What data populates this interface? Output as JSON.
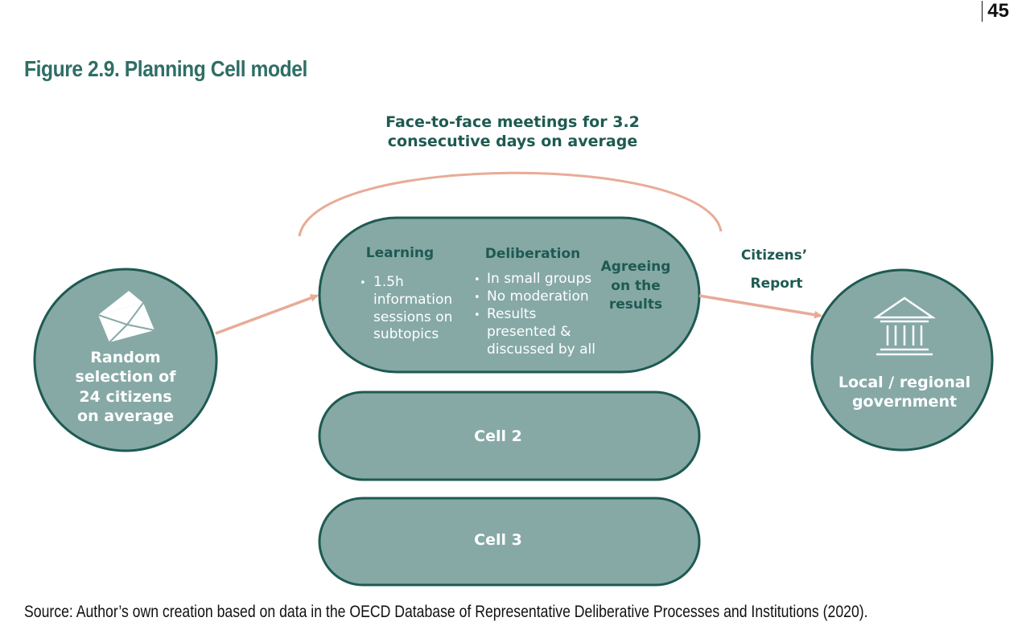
{
  "page_number": "45",
  "figure_title": "Figure 2.9. Planning Cell model",
  "meeting_caption": [
    "Face-to-face meetings for 3.2",
    "consecutive days on average"
  ],
  "left_circle": {
    "icon": "envelope-icon",
    "lines": [
      "Random",
      "selection of",
      "24 citizens",
      "on average"
    ]
  },
  "cell1": {
    "learning": {
      "title": "Learning",
      "bullet_lines": [
        "1.5h",
        "information",
        "sessions on",
        "subtopics"
      ]
    },
    "deliberation": {
      "title": "Deliberation",
      "lines": [
        "In small groups",
        "No moderation",
        "Results",
        "presented &",
        "discussed by all"
      ]
    },
    "agreeing": [
      "Agreeing",
      "on the",
      "results"
    ]
  },
  "cell2_label": "Cell 2",
  "cell3_label": "Cell 3",
  "report_label": [
    "Citizens’",
    "Report"
  ],
  "right_circle": {
    "icon": "government-building-icon",
    "lines": [
      "Local / regional",
      "government"
    ]
  },
  "source": "Source: Author’s own creation based on data in the OECD Database of Representative Deliberative Processes and Institutions (2020).",
  "colors": {
    "teal_fill": "#86a9a6",
    "dark_teal": "#1e5a52",
    "title_teal": "#2f6e66",
    "salmon": "#e8ab97"
  }
}
